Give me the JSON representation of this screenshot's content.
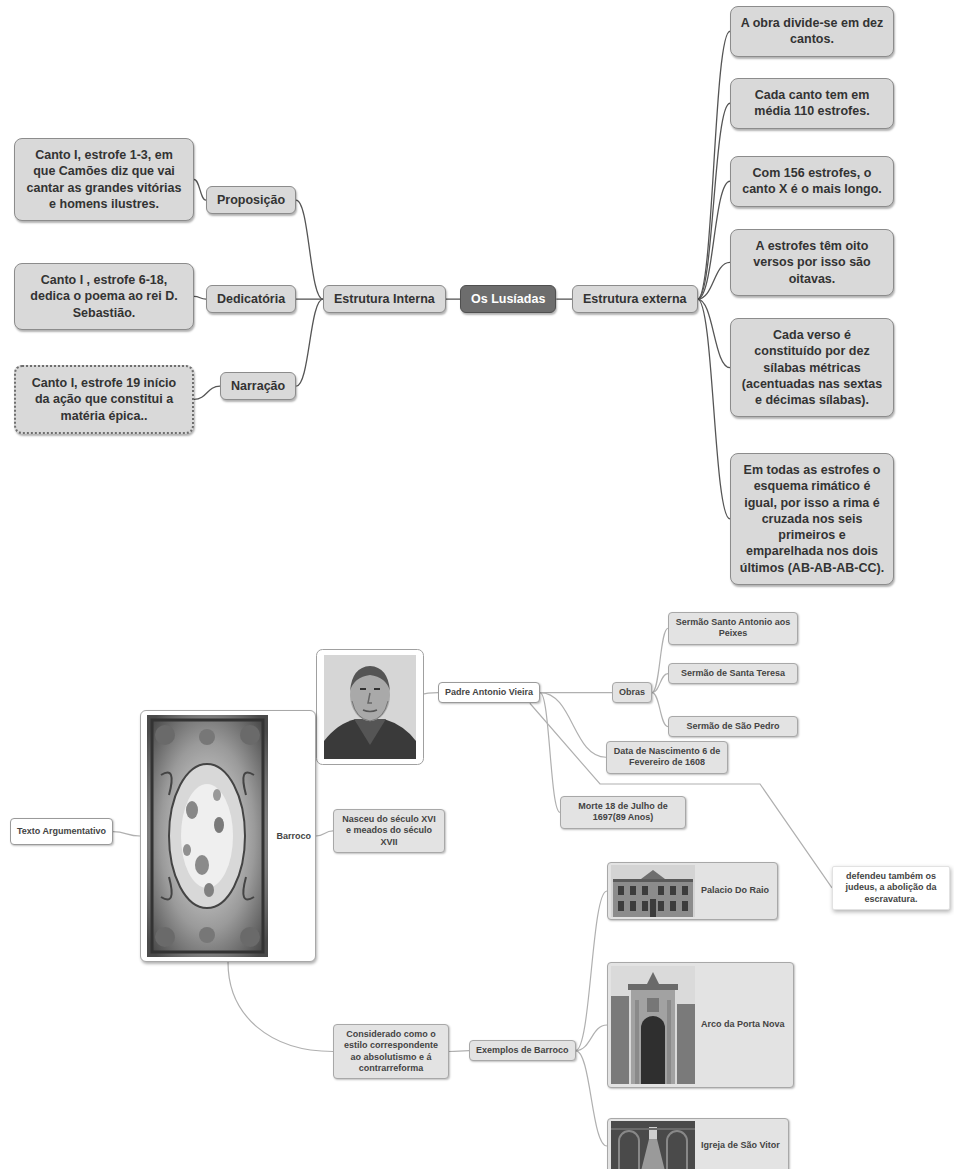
{
  "diagram": {
    "nodes": [
      {
        "text": [
          "Os Lusíadas"
        ]
      },
      {
        "text": [
          "Estrutura Interna"
        ]
      },
      {
        "text": [
          "Proposição"
        ]
      },
      {
        "text": [
          "Dedicatória"
        ]
      },
      {
        "text": [
          "Narração"
        ]
      },
      {
        "text": [
          "Canto I, estrofe 1-3, em que Camões diz que vai cantar as grandes vitórias e homens ilustres."
        ]
      },
      {
        "text": [
          "Canto I , estrofe 6-18, dedica o poema ao rei D. Sebastião."
        ]
      },
      {
        "text": [
          "Canto I, estrofe 19 início da ação que constitui a matéria épica.."
        ]
      },
      {
        "text": [
          "Estrutura externa"
        ]
      },
      {
        "text": [
          "A obra divide-se em dez cantos."
        ]
      },
      {
        "text": [
          "Cada canto tem em média 110 estrofes."
        ]
      },
      {
        "text": [
          "Com 156 estrofes, o canto X é o mais longo."
        ]
      },
      {
        "text": [
          "A estrofes têm oito versos por isso são oitavas."
        ]
      },
      {
        "text": [
          "Cada verso é constituído por dez sílabas métricas (acentuadas nas sextas e décimas sílabas)."
        ]
      },
      {
        "text": [
          "Em todas as estrofes o esquema rimático é igual, por isso a rima é cruzada nos seis primeiros e emparelhada nos dois últimos (AB-AB-AB-CC)."
        ]
      },
      {
        "text": [
          "Texto Argumentativo"
        ]
      },
      {
        "text": [
          "Barroco"
        ]
      },
      {
        "text": [
          "Padre Antonio Vieira"
        ]
      },
      {
        "text": [
          "Obras"
        ]
      },
      {
        "text": [
          "Sermão Santo Antonio aos Peixes"
        ]
      },
      {
        "text": [
          "Sermão de Santa Teresa"
        ]
      },
      {
        "text": [
          "Sermão de São Pedro"
        ]
      },
      {
        "text": [
          "Data de Nascimento 6 de Fevereiro de 1608"
        ]
      },
      {
        "text": [
          "Morte 18 de Julho de 1697(89 Anos)"
        ]
      },
      {
        "text": [
          "defendeu também os judeus, a abolição da escravatura."
        ]
      },
      {
        "text": [
          "Nasceu do século XVI e meados do século XVII"
        ]
      },
      {
        "text": [
          "Considerado como o estilo correspondente ao absolutismo e á contrarreforma"
        ]
      },
      {
        "text": [
          "Exemplos de Barroco"
        ]
      },
      {
        "text": [
          "Palacio Do Raio"
        ]
      },
      {
        "text": [
          "Arco da Porta Nova"
        ]
      },
      {
        "text": [
          "Igreja de São Vitor"
        ]
      }
    ],
    "edges": [
      {
        "from": 0,
        "to": 1,
        "arrow": "none"
      },
      {
        "from": 1,
        "to": 2,
        "arrow": "none"
      },
      {
        "from": 1,
        "to": 3,
        "arrow": "none"
      },
      {
        "from": 1,
        "to": 4,
        "arrow": "none"
      },
      {
        "from": 2,
        "to": 5,
        "arrow": "none"
      },
      {
        "from": 3,
        "to": 6,
        "arrow": "none"
      },
      {
        "from": 4,
        "to": 7,
        "arrow": "none"
      },
      {
        "from": 0,
        "to": 8,
        "arrow": "none"
      },
      {
        "from": 8,
        "to": 9,
        "arrow": "none"
      },
      {
        "from": 8,
        "to": 10,
        "arrow": "none"
      },
      {
        "from": 8,
        "to": 11,
        "arrow": "none"
      },
      {
        "from": 8,
        "to": 12,
        "arrow": "none"
      },
      {
        "from": 8,
        "to": 13,
        "arrow": "none"
      },
      {
        "from": 8,
        "to": 14,
        "arrow": "none"
      },
      {
        "from": 15,
        "to": 16,
        "arrow": "none"
      },
      {
        "from": 16,
        "to": 17,
        "arrow": "none"
      },
      {
        "from": 17,
        "to": 18,
        "arrow": "none"
      },
      {
        "from": 18,
        "to": 19,
        "arrow": "none"
      },
      {
        "from": 18,
        "to": 20,
        "arrow": "none"
      },
      {
        "from": 18,
        "to": 21,
        "arrow": "none"
      },
      {
        "from": 17,
        "to": 22,
        "arrow": "none"
      },
      {
        "from": 17,
        "to": 23,
        "arrow": "none"
      },
      {
        "from": 17,
        "to": 24,
        "arrow": "none"
      },
      {
        "from": 16,
        "to": 25,
        "arrow": "none"
      },
      {
        "from": 16,
        "to": 26,
        "arrow": "none"
      },
      {
        "from": 26,
        "to": 27,
        "arrow": "none"
      },
      {
        "from": 27,
        "to": 28,
        "arrow": "none"
      },
      {
        "from": 27,
        "to": 29,
        "arrow": "none"
      },
      {
        "from": 27,
        "to": 30,
        "arrow": "none"
      }
    ]
  }
}
